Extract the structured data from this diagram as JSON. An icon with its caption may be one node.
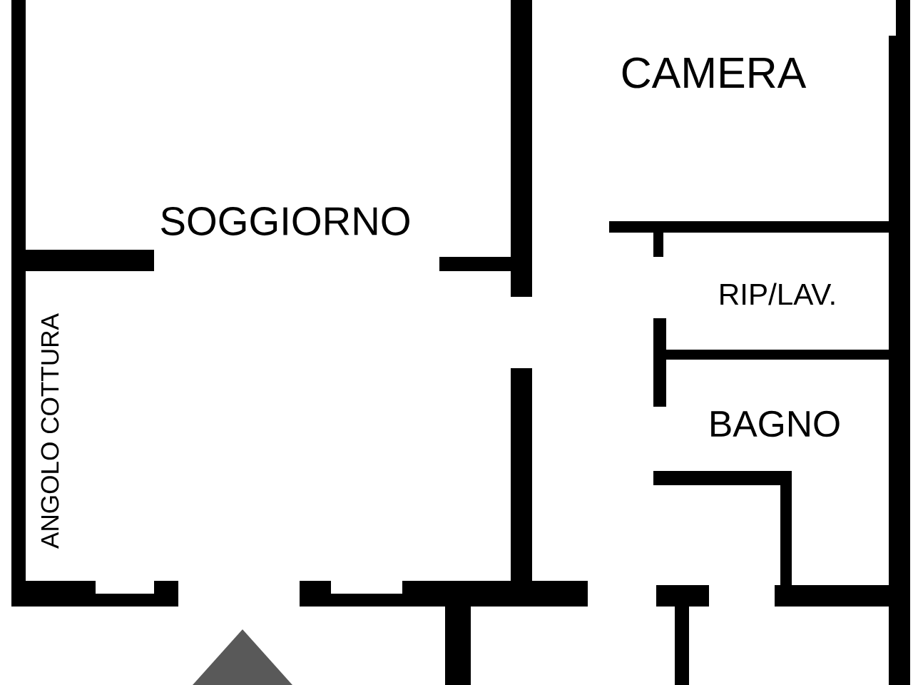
{
  "diagram": {
    "labels": [
      "CAMERA",
      "SOGGIORNO",
      "RIP/LAV.",
      "ANGOLO COTTURA",
      "BAGNO"
    ]
  }
}
